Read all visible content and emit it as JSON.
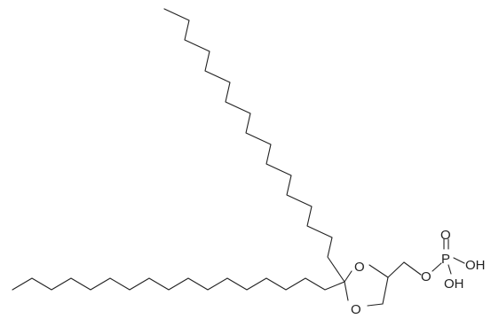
{
  "atoms": {
    "ring_oxygen_upper": "O",
    "ring_oxygen_lower": "O",
    "ester_oxygen": "O",
    "phosphorus": "P",
    "phosphoryl_oxygen": "O",
    "hydroxyl_right": "OH",
    "hydroxyl_lower": "OH"
  },
  "colors": {
    "bond": "#222222",
    "background": "#ffffff"
  }
}
